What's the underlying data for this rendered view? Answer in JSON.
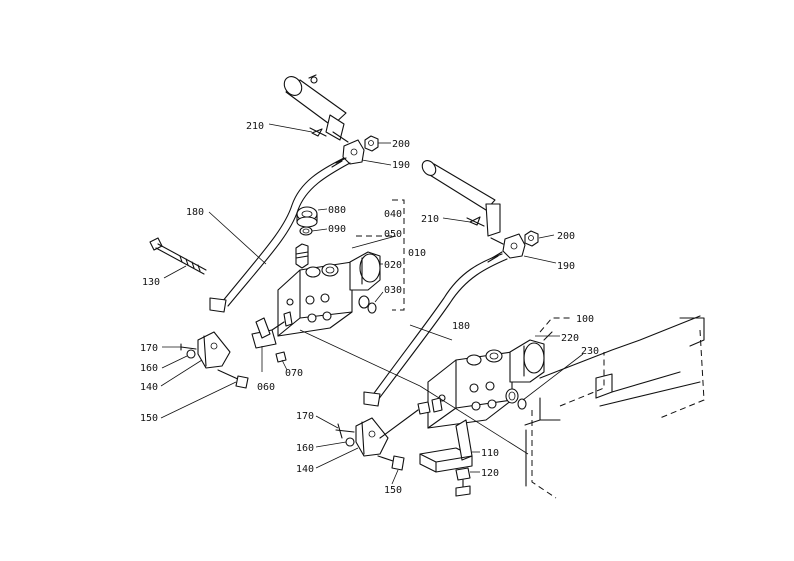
{
  "labels": {
    "p010": "010",
    "p020": "020",
    "p030": "030",
    "p040": "040",
    "p050": "050",
    "p060": "060",
    "p070": "070",
    "p080": "080",
    "p090": "090",
    "p100": "100",
    "p110": "110",
    "p120": "120",
    "p130": "130",
    "p140a": "140",
    "p140b": "140",
    "p150a": "150",
    "p150b": "150",
    "p160a": "160",
    "p160b": "160",
    "p170a": "170",
    "p170b": "170",
    "p180a": "180",
    "p180b": "180",
    "p190a": "190",
    "p190b": "190",
    "p200a": "200",
    "p200b": "200",
    "p210a": "210",
    "p210b": "210",
    "p220": "220",
    "p230": "230"
  }
}
